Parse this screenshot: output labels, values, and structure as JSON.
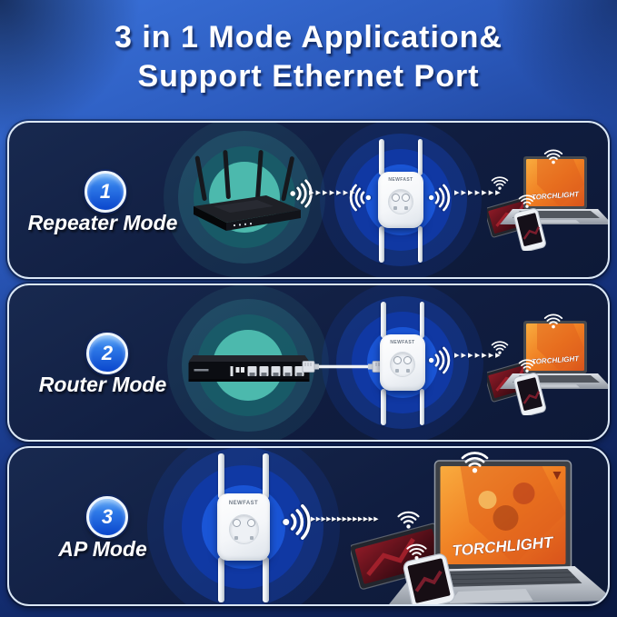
{
  "title": {
    "line1": "3 in 1 Mode Application&",
    "line2": "Support Ethernet Port"
  },
  "panels": [
    {
      "badge": "1",
      "label": "Repeater Mode"
    },
    {
      "badge": "2",
      "label": "Router Mode"
    },
    {
      "badge": "3",
      "label": "AP Mode"
    }
  ],
  "extender": {
    "brand": "NEWFAST"
  },
  "laptop": {
    "screen_title": "TORCHLIGHT"
  },
  "arrows": {
    "short": "▸▸▸▸▸▸▸",
    "long": "▸▸▸▸▸▸▸▸▸▸▸▸▸"
  },
  "colors": {
    "background_top": "#3a72da",
    "background_bottom": "#0a1840",
    "panel_background": "#101d40",
    "panel_border": "#dbe7f5",
    "badge_blue": "#0a46cc",
    "teal_halo": "#4cb9ad",
    "blue_halo": "#1a55d6",
    "screen_orange": "#ef7d22",
    "text": "#ffffff"
  }
}
